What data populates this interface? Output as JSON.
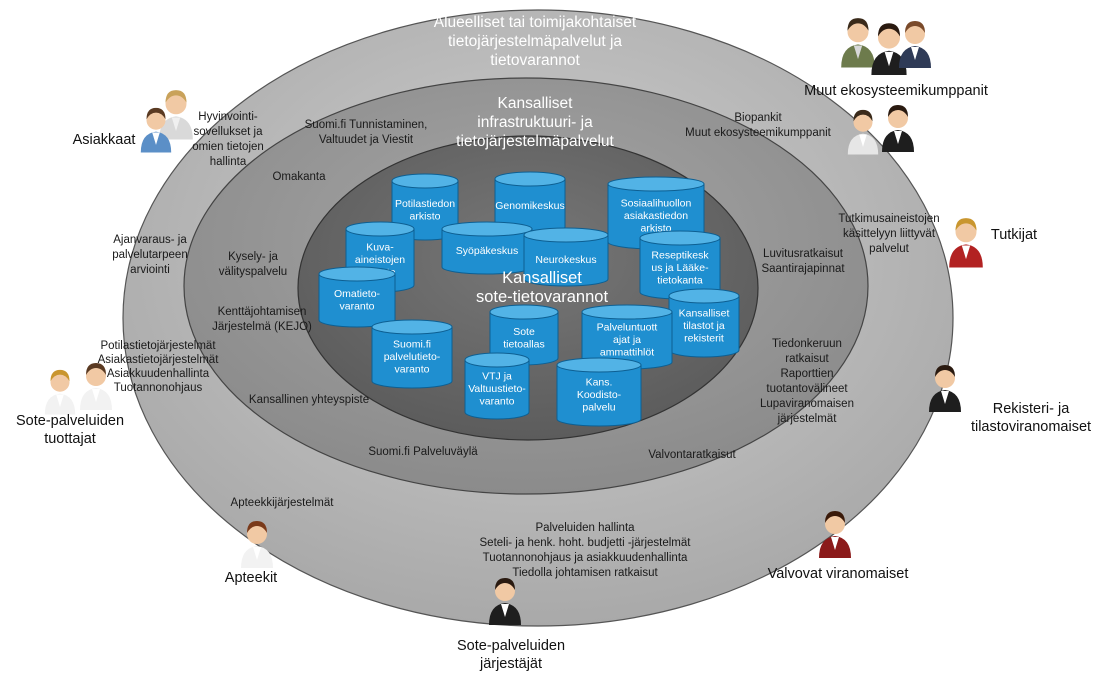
{
  "ring_titles": {
    "outer": [
      "Alueelliset  tai toimijakohtaiset",
      "tietojärjestelmäpalvelut  ja",
      "tietovarannot"
    ],
    "middle": [
      "Kansalliset",
      "infrastruktuuri-  ja",
      "tietojärjestelmäpalvelut"
    ],
    "inner": [
      "Kansalliset",
      "sote-tietovarannot"
    ]
  },
  "actors": {
    "asiakkaat": [
      "Asiakkaat"
    ],
    "muut": [
      "Muut ekosysteemikumppanit"
    ],
    "tutkijat": [
      "Tutkijat"
    ],
    "rekisteri": [
      "Rekisteri- ja",
      "tilastoviranomaiset"
    ],
    "valvovat": [
      "Valvovat viranomaiset"
    ],
    "jarjestajat": [
      "Sote-palveluiden",
      "järjestäjät"
    ],
    "apteekit": [
      "Apteekit"
    ],
    "tuottajat": [
      "Sote-palveluiden",
      "tuottajat"
    ]
  },
  "outer_ring_labels": {
    "hyvinvointi": [
      "Hyvinvointi-",
      "sovellukset ja",
      "omien tietojen",
      "hallinta"
    ],
    "biopankit": [
      "Biopankit",
      "Muut ekosysteemikumppanit"
    ],
    "tutkimus": [
      "Tutkimusaineistojen",
      "käsittelyyn liittyvät",
      "palvelut"
    ],
    "ajanvaraus": [
      "Ajanvaraus- ja",
      "palvelutarpeen",
      "arviointi"
    ],
    "potilastieto": [
      "Potilastietojärjestelmät",
      "Asiakastietojärjestelmät",
      "Asiakkuudenhallinta",
      "Tuotannonohjaus"
    ],
    "tiedonkeruu": [
      "Tiedonkeruun",
      "ratkaisut",
      "Raporttien",
      "tuotantovälineet",
      "Lupaviranomaisen",
      "järjestelmät"
    ],
    "valvonta": [
      "Valvontaratkaisut"
    ],
    "apteekki": [
      "Apteekkijärjestelmät"
    ],
    "palvelujen": [
      "Palveluiden hallinta",
      "Seteli- ja henk. hoht. budjetti -järjestelmät",
      "Tuotannonohjaus ja asiakkuudenhallinta",
      "Tiedolla johtamisen ratkaisut"
    ]
  },
  "middle_ring_labels": {
    "suomifi": [
      "Suomi.fi Tunnistaminen,",
      "Valtuudet ja Viestit"
    ],
    "omakanta": [
      "Omakanta"
    ],
    "kysely": [
      "Kysely- ja",
      "välityspalvelu"
    ],
    "kejo": [
      "Kenttäjohtamisen",
      "Järjestelmä (KEJO)"
    ],
    "yhteyspiste": [
      "Kansallinen yhteyspiste"
    ],
    "palveluvayla": [
      "Suomi.fi Palveluväylä"
    ],
    "luvitus": [
      "Luvitusratkaisut",
      "Saantirajapinnat"
    ]
  },
  "databases": {
    "potilas": [
      "Potilastiedon",
      "arkisto"
    ],
    "genomi": [
      "Genomikeskus"
    ],
    "sosiaali": [
      "Sosiaalihuollon",
      "asiakastiedon",
      "arkisto"
    ],
    "kuva": [
      "Kuva-",
      "aineistojen",
      "arkisto"
    ],
    "syopa": [
      "Syöpäkeskus"
    ],
    "neuro": [
      "Neurokeskus"
    ],
    "resepti": [
      "Reseptikesk",
      "us ja Lääke-",
      "tietokanta"
    ],
    "omatieto": [
      "Omatieto-",
      "varanto"
    ],
    "tilastot": [
      "Kansalliset",
      "tilastot ja",
      "rekisterit"
    ],
    "sote_tieto": [
      "Sote",
      "tietoallas"
    ],
    "palveluntuott": [
      "Palveluntuott",
      "ajat ja",
      "ammattihlöt"
    ],
    "palvelutieto": [
      "Suomi.fi",
      "palvelutieto-",
      "varanto"
    ],
    "vtj": [
      "VTJ ja",
      "Valtuustieto-",
      "varanto"
    ],
    "koodisto": [
      "Kans.",
      "Koodisto-",
      "palvelu"
    ]
  },
  "colors": {
    "outer_ring": "#b8b8b8",
    "middle_ring": "#959595",
    "inner_ring": "#666666",
    "db_fill": "#1f8fd0",
    "db_top": "#52b3e6",
    "db_stroke": "#0d5f92"
  }
}
